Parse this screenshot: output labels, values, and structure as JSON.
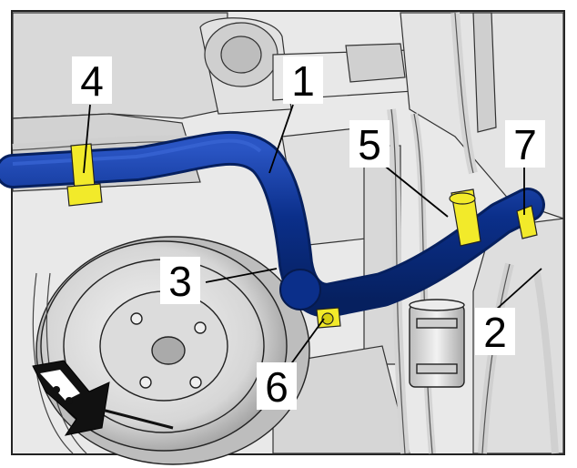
{
  "figure": {
    "callouts": [
      {
        "id": "1",
        "label": "1"
      },
      {
        "id": "2",
        "label": "2"
      },
      {
        "id": "3",
        "label": "3"
      },
      {
        "id": "4",
        "label": "4"
      },
      {
        "id": "5",
        "label": "5"
      },
      {
        "id": "6",
        "label": "6"
      },
      {
        "id": "7",
        "label": "7"
      }
    ],
    "colors": {
      "hose": "#0b2f8a",
      "clamp": "#f2ea2a",
      "engine_light": "#e7e7e7",
      "engine_mid": "#c9c9c9",
      "engine_dark": "#8d8d8d",
      "outline": "#1a1a1a"
    },
    "icons": [
      "direction-arrow-icon"
    ]
  }
}
